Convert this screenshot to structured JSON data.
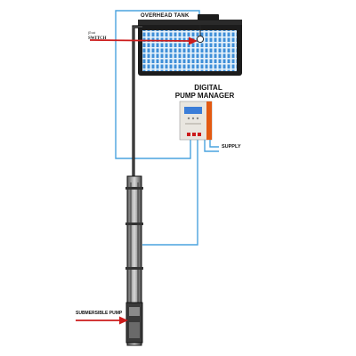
{
  "labels": {
    "overhead_tank": "OVERHEAD TANK",
    "float_switch_line1": "float",
    "float_switch_line2": "SWITCH",
    "pump_manager_line1": "DIGITAL",
    "pump_manager_line2": "PUMP MANAGER",
    "supply": "SUPPLY",
    "submersible_pump": "SUBMERSIBLE PUMP"
  },
  "colors": {
    "wire": "#4aa3df",
    "pipe": "#111111",
    "arrow": "#cc1b1b",
    "water": "#3f8fd8",
    "tank_body": "#1c1c1c",
    "panel_body": "#e9e6e0",
    "panel_cover": "#e35a12",
    "display": "#3b7dd8"
  }
}
